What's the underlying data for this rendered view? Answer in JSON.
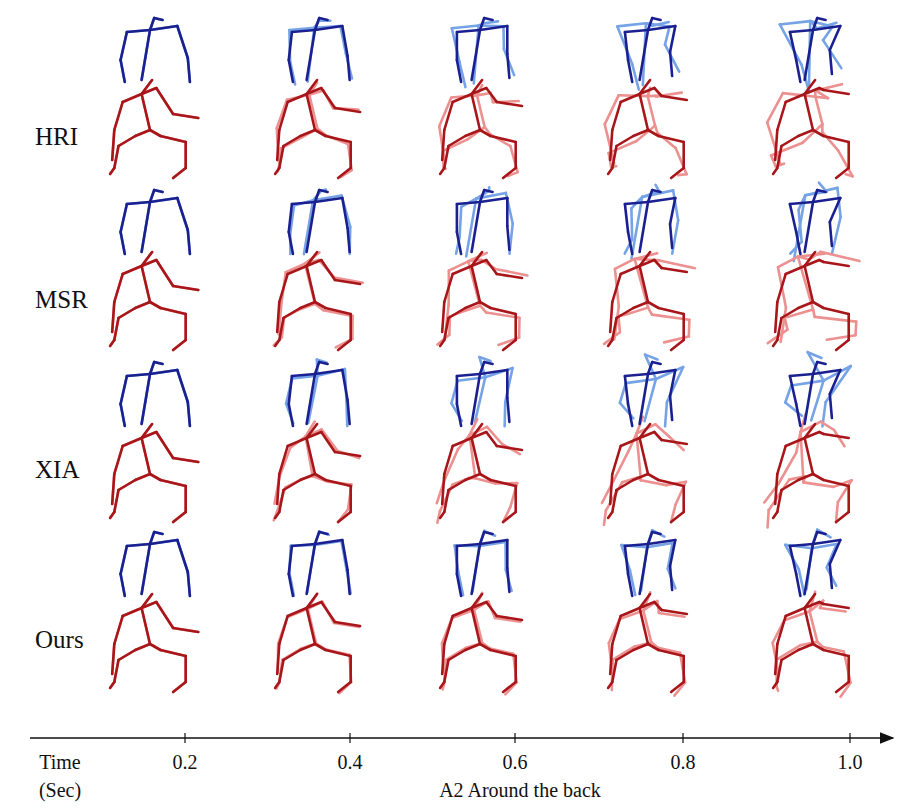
{
  "diagram": {
    "labels": [
      "HRI",
      "MSR",
      "XIA",
      "Ours",
      "Time",
      "(Sec)",
      "0.2",
      "0.4",
      "0.6",
      "0.8",
      "1.0",
      "A2 Around the back"
    ]
  }
}
